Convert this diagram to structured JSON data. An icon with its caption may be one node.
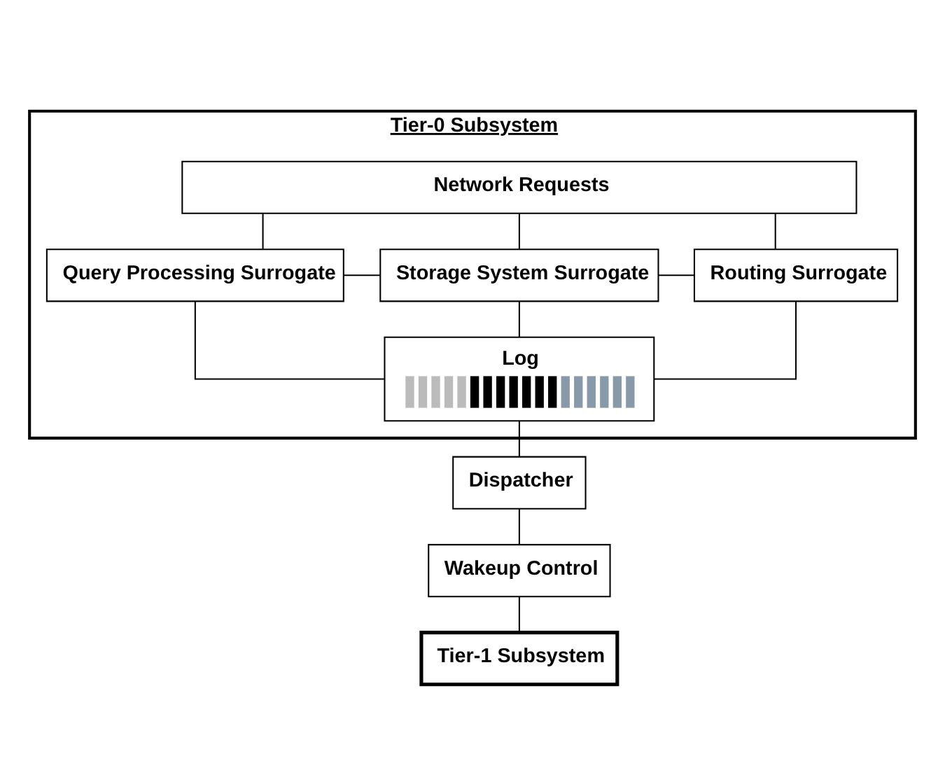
{
  "diagram": {
    "nodes": [
      {
        "text": [
          "Tier-0 Subsystem"
        ]
      },
      {
        "text": [
          "Network Requests"
        ],
        "in": 0
      },
      {
        "text": [
          "Query Processing Surrogate"
        ],
        "in": 0
      },
      {
        "text": [
          "Storage System Surrogate"
        ],
        "in": 0
      },
      {
        "text": [
          "Routing Surrogate"
        ],
        "in": 0
      },
      {
        "text": [
          "Log"
        ],
        "in": 0
      },
      {
        "text": [
          "Dispatcher"
        ]
      },
      {
        "text": [
          "Wakeup Control"
        ]
      },
      {
        "text": [
          "Tier-1 Subsystem"
        ]
      }
    ],
    "edges": [
      {
        "from": 1,
        "to": 2,
        "arrow": "none"
      },
      {
        "from": 1,
        "to": 3,
        "arrow": "none"
      },
      {
        "from": 1,
        "to": 4,
        "arrow": "none"
      },
      {
        "from": 2,
        "to": 3,
        "arrow": "none"
      },
      {
        "from": 3,
        "to": 4,
        "arrow": "none"
      },
      {
        "from": 3,
        "to": 5,
        "arrow": "none"
      },
      {
        "from": 2,
        "to": 5,
        "arrow": "none"
      },
      {
        "from": 4,
        "to": 5,
        "arrow": "none"
      },
      {
        "from": 5,
        "to": 6,
        "arrow": "none"
      },
      {
        "from": 6,
        "to": 7,
        "arrow": "none"
      },
      {
        "from": 7,
        "to": 8,
        "arrow": "none"
      }
    ]
  }
}
